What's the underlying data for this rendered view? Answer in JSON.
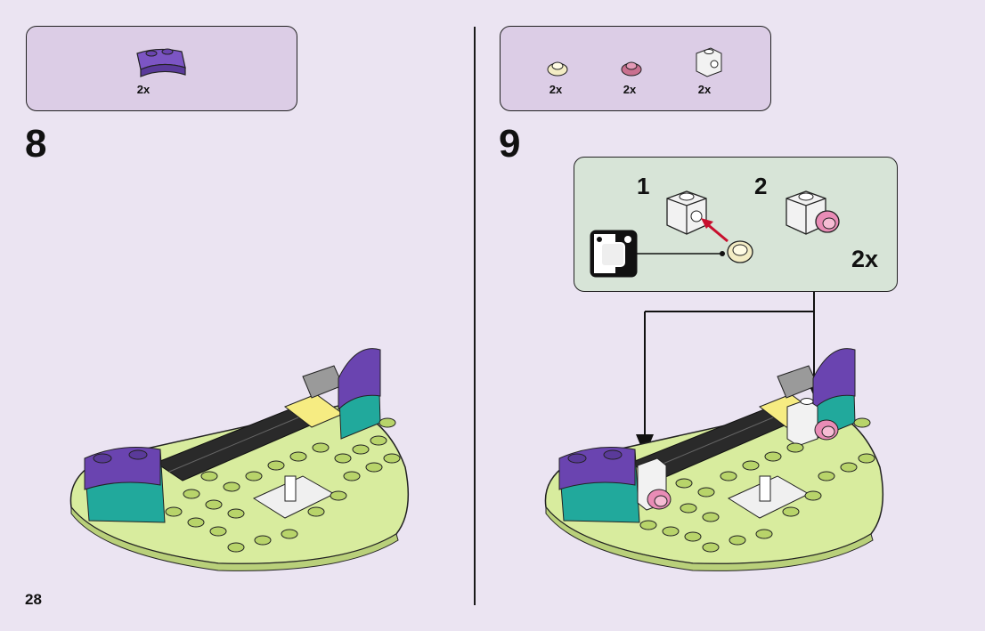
{
  "page": {
    "number": "28"
  },
  "step8": {
    "number": "8",
    "parts": [
      {
        "name": "purple-curved-brick",
        "qty": "2x",
        "color": "#6a44b0"
      }
    ]
  },
  "step9": {
    "number": "9",
    "parts": [
      {
        "name": "cream-round-plate",
        "qty": "2x",
        "color": "#f3ecc4"
      },
      {
        "name": "pink-round-plate",
        "qty": "2x",
        "color": "#c9708f"
      },
      {
        "name": "white-brick-with-side-stud",
        "qty": "2x",
        "color": "#f2f2f2"
      }
    ],
    "callout": {
      "sub1": "1",
      "sub2": "2",
      "qty": "2x",
      "bg_color": "#d7e4d7"
    }
  },
  "colors": {
    "page_bg": "#ebe4f2",
    "parts_bg": "#dccde6",
    "base_green": "#d8ec9e",
    "teal": "#21a99c",
    "purple": "#6a44b0",
    "yellow": "#f6ec82",
    "pink": "#e98cb6",
    "arrow_red": "#c8102e"
  }
}
